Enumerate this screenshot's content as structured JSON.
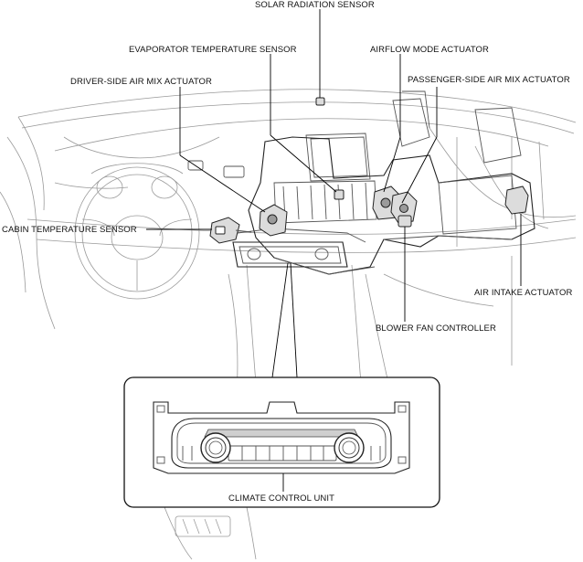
{
  "labels": {
    "solar_radiation_sensor": "SOLAR RADIATION SENSOR",
    "evaporator_temperature_sensor": "EVAPORATOR TEMPERATURE SENSOR",
    "airflow_mode_actuator": "AIRFLOW MODE ACTUATOR",
    "driver_side_air_mix_actuator": "DRIVER-SIDE AIR MIX ACTUATOR",
    "passenger_side_air_mix_actuator": "PASSENGER-SIDE AIR MIX ACTUATOR",
    "cabin_temperature_sensor": "CABIN TEMPERATURE SENSOR",
    "air_intake_actuator": "AIR INTAKE ACTUATOR",
    "blower_fan_controller": "BLOWER FAN CONTROLLER",
    "climate_control_unit": "CLIMATE CONTROL UNIT"
  }
}
